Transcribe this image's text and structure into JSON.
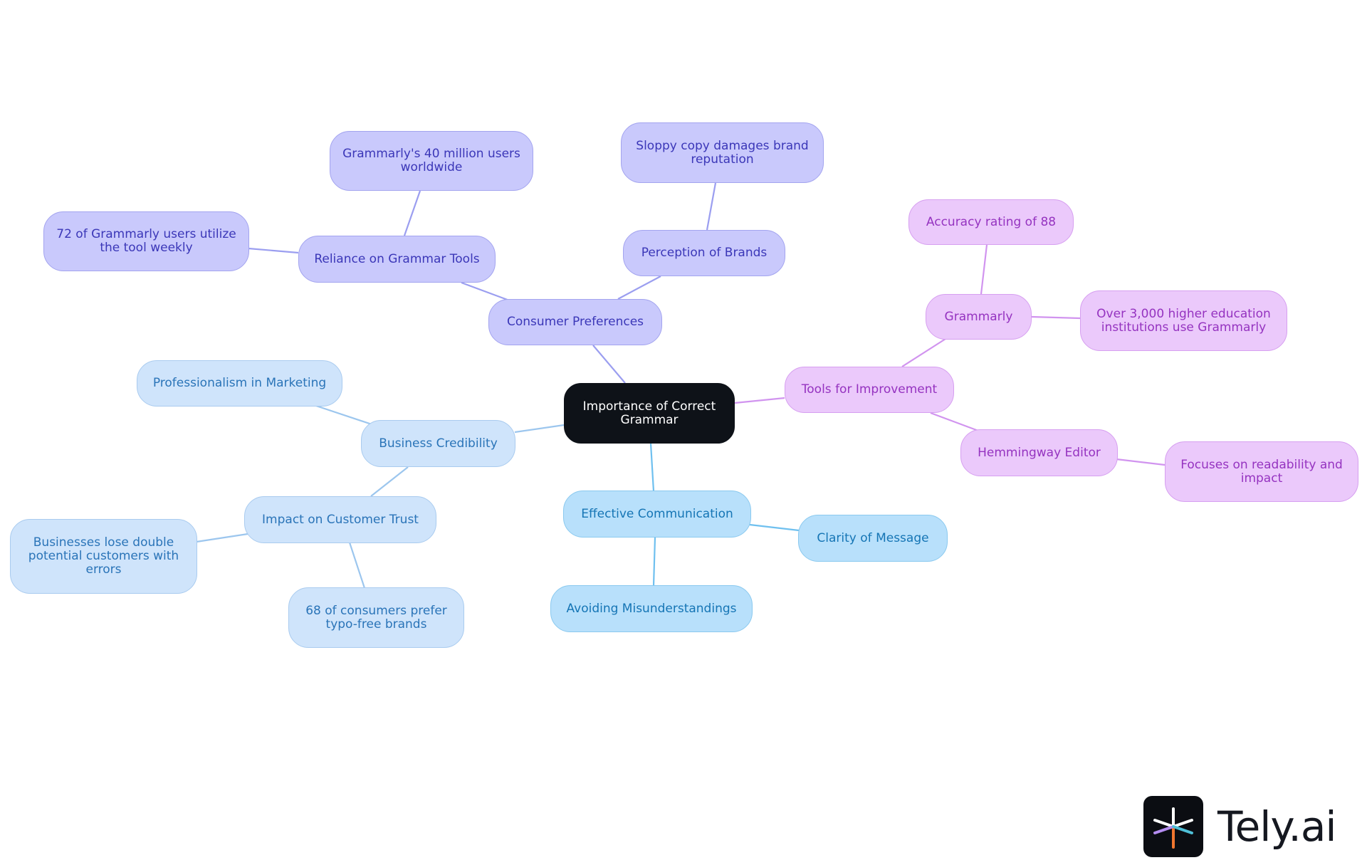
{
  "diagram": {
    "center": {
      "label": "Importance of Correct Grammar",
      "lines": [
        "Importance of Correct",
        "Grammar"
      ]
    },
    "branches": {
      "consumer_preferences": {
        "label": "Consumer Preferences",
        "reliance": {
          "label": "Reliance on Grammar Tools"
        },
        "users_40m": {
          "lines": [
            "Grammarly's 40 million users",
            "worldwide"
          ]
        },
        "weekly_72": {
          "lines": [
            "72 of Grammarly users utilize",
            "the tool weekly"
          ]
        },
        "perception": {
          "label": "Perception of Brands"
        },
        "sloppy": {
          "lines": [
            "Sloppy copy damages brand",
            "reputation"
          ]
        }
      },
      "tools": {
        "label": "Tools for Improvement",
        "grammarly": {
          "label": "Grammarly"
        },
        "accuracy": {
          "label": "Accuracy rating of 88"
        },
        "institutions": {
          "lines": [
            "Over 3,000 higher education",
            "institutions use Grammarly"
          ]
        },
        "hemingway": {
          "label": "Hemmingway Editor"
        },
        "readability": {
          "lines": [
            "Focuses on readability and",
            "impact"
          ]
        }
      },
      "credibility": {
        "label": "Business Credibility",
        "professionalism": {
          "label": "Professionalism in Marketing"
        },
        "trust": {
          "label": "Impact on Customer Trust"
        },
        "lose_double": {
          "lines": [
            "Businesses lose double",
            "potential customers with",
            "errors"
          ]
        },
        "typo_free": {
          "lines": [
            "68 of consumers prefer",
            "typo-free brands"
          ]
        }
      },
      "communication": {
        "label": "Effective Communication",
        "clarity": {
          "label": "Clarity of Message"
        },
        "misunderstandings": {
          "label": "Avoiding Misunderstandings"
        }
      }
    },
    "colors": {
      "center": "#0e1218",
      "consumer_preferences": "#c9c9fc",
      "tools": "#ebc9fb",
      "credibility": "#cfe4fb",
      "communication": "#b8e0fb"
    }
  },
  "brand": {
    "name": "Tely.ai",
    "logo_icon": "tely-logo-icon"
  }
}
